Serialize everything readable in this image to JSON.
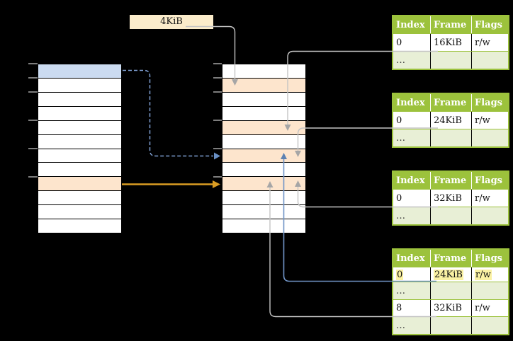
{
  "colors": {
    "green": "#9cc23c",
    "light_green": "#e8efd6",
    "orange_row": "#fde5cd",
    "blue_row": "#cbdbf1",
    "cream": "#fbeccb",
    "yellow_highlight": "#faf1a3",
    "gray_line": "#c4c4c4",
    "gray_head": "#a6a6a6",
    "blue_line": "#7094c6",
    "blue_head": "#5d82b2",
    "dashed_blue": "#7fa0d4",
    "dashed_blue_head": "#6a90c5",
    "orange_arrow": "#db9d23",
    "tick": "#7d7d7d"
  },
  "size_label": {
    "text": "4KiB"
  },
  "virtual_memory": {
    "rows": [
      "blue",
      "white",
      "white",
      "white",
      "white",
      "white",
      "white",
      "white",
      "orange",
      "white",
      "white",
      "white"
    ],
    "tick_offsets": [
      0,
      20,
      40,
      80,
      120,
      160
    ]
  },
  "physical_memory": {
    "rows": [
      "white",
      "orange",
      "white",
      "white",
      "orange",
      "white",
      "orange",
      "white",
      "orange",
      "white",
      "white",
      "white"
    ],
    "tick_offsets": [
      0,
      20,
      40,
      80,
      120,
      160
    ]
  },
  "page_tables": [
    {
      "headers": [
        "Index",
        "Frame",
        "Flags"
      ],
      "rows": [
        {
          "type": "data",
          "highlight": false,
          "cells": [
            "0",
            "16KiB",
            "r/w"
          ]
        },
        {
          "type": "ellipsis",
          "highlight": false,
          "cells": [
            "…",
            "",
            ""
          ]
        }
      ]
    },
    {
      "headers": [
        "Index",
        "Frame",
        "Flags"
      ],
      "rows": [
        {
          "type": "data",
          "highlight": false,
          "cells": [
            "0",
            "24KiB",
            "r/w"
          ]
        },
        {
          "type": "ellipsis",
          "highlight": false,
          "cells": [
            "…",
            "",
            ""
          ]
        }
      ]
    },
    {
      "headers": [
        "Index",
        "Frame",
        "Flags"
      ],
      "rows": [
        {
          "type": "data",
          "highlight": false,
          "cells": [
            "0",
            "32KiB",
            "r/w"
          ]
        },
        {
          "type": "ellipsis",
          "highlight": false,
          "cells": [
            "…",
            "",
            ""
          ]
        }
      ]
    },
    {
      "headers": [
        "Index",
        "Frame",
        "Flags"
      ],
      "rows": [
        {
          "type": "data",
          "highlight": true,
          "cells": [
            "0",
            "24KiB",
            "r/w"
          ]
        },
        {
          "type": "ellipsis",
          "highlight": false,
          "cells": [
            "…",
            "",
            ""
          ]
        },
        {
          "type": "data",
          "highlight": false,
          "cells": [
            "8",
            "32KiB",
            "r/w"
          ]
        },
        {
          "type": "ellipsis",
          "highlight": false,
          "cells": [
            "…",
            "",
            ""
          ]
        }
      ]
    }
  ]
}
